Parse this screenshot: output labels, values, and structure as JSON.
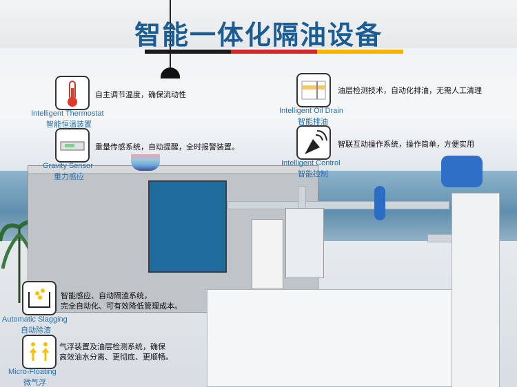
{
  "title": "智能一体化隔油设备",
  "flag_colors": [
    "#1a1a1a",
    "#d6252c",
    "#f2b800"
  ],
  "title_color": "#1b5c92",
  "features": [
    {
      "en": "Intelligent Thermostat",
      "cn": "智能恒温装置",
      "desc": "自主调节温度，确保流动性",
      "icon": "thermometer-icon"
    },
    {
      "en": "Gravity Sensor",
      "cn": "重力感应",
      "desc": "重量传感系统，自动提醒，全时报警装置。",
      "icon": "scale-icon"
    },
    {
      "en": "Intelligent Oil Drain",
      "cn": "智能排油",
      "desc": "油层检测技术，自动化排油，无需人工清理",
      "icon": "oil-drain-icon"
    },
    {
      "en": "Intelligent Control",
      "cn": "智能控制",
      "desc": "智联互动操作系统，操作简单，方便实用",
      "icon": "signal-dish-icon"
    },
    {
      "en": "Automatic Slagging",
      "cn": "自动除渣",
      "desc_line1": "智能感应、自动隔渣系统，",
      "desc_line2": "完全自动化、可有效降低管理成本。",
      "icon": "slag-basket-icon"
    },
    {
      "en": "Micro-Floating",
      "cn": "微气浮",
      "desc_line1": "气浮装置及油层检测系统，确保",
      "desc_line2": "高效油水分离、更彻底、更顺畅。",
      "icon": "bubbles-arrows-icon"
    }
  ]
}
